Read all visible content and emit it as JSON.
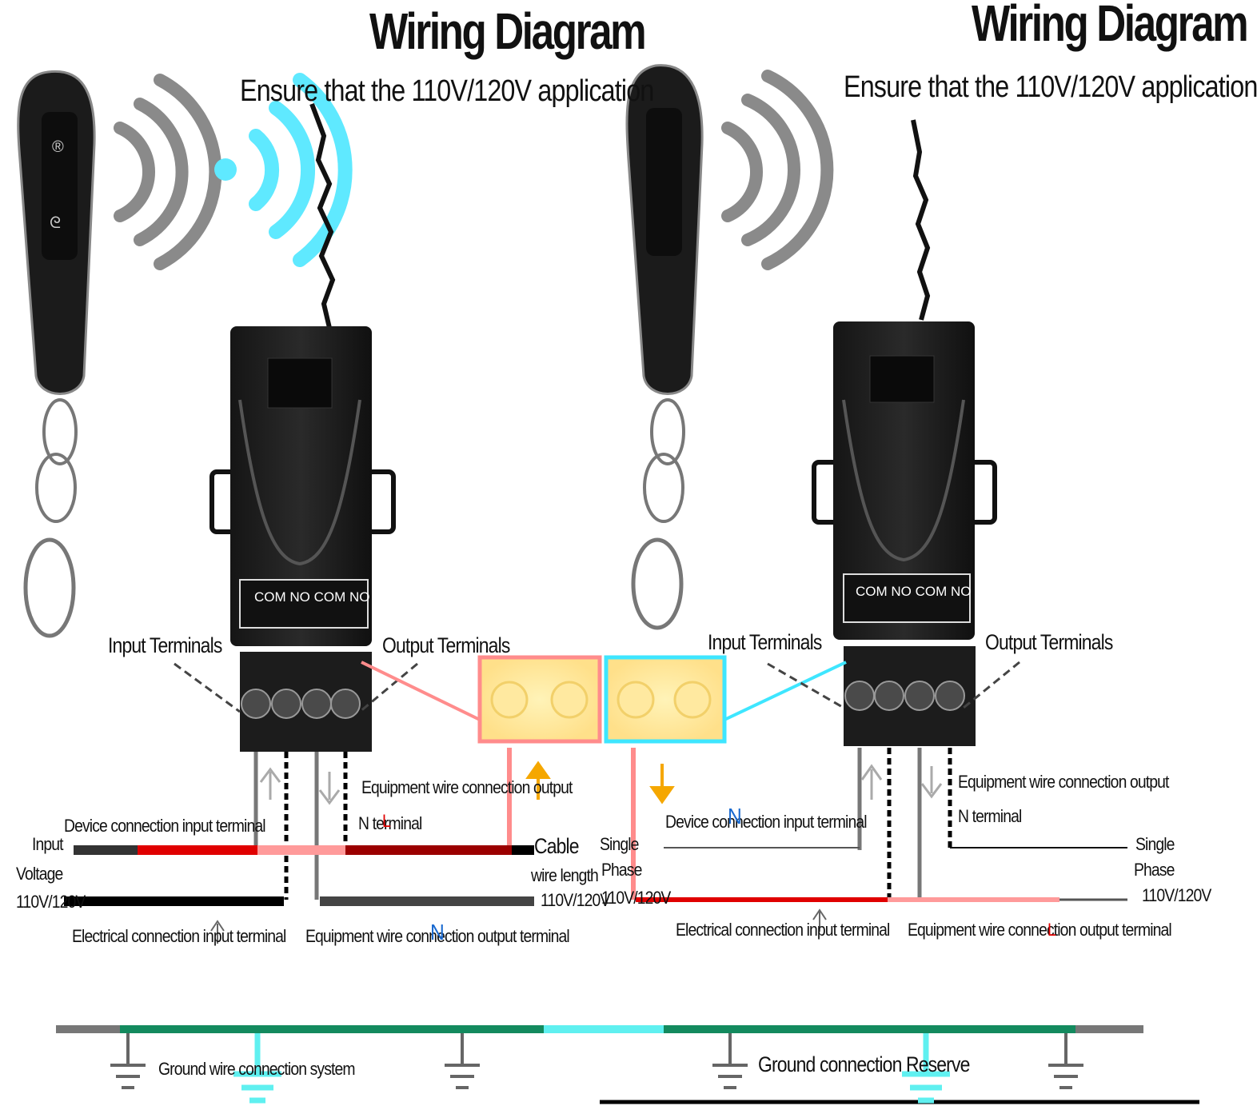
{
  "left_panel": {
    "title": "Wiring Diagram",
    "subtitle": "Ensure that the 110V/120V application",
    "input_terminal": "Input Terminals",
    "output_terminal": "Output Terminals",
    "equipment_text": "Equipment wire connection output",
    "n_terminal": "N terminal",
    "device_text": "Device connection input terminal",
    "input_voltage": [
      "Input",
      "Voltage",
      "110V/120V"
    ],
    "cable_text": [
      "Cable",
      "wire length",
      "110V/120V"
    ],
    "bottom_left_text": "Electrical connection input terminal",
    "bottom_right_text": "Equipment wire connection output terminal",
    "l_mark": "L",
    "n_mark": "N"
  },
  "right_panel": {
    "title": "Wiring Diagram",
    "subtitle": "Ensure that the 110V/120V application",
    "input_terminal": "Input Terminals",
    "output_terminal": "Output Terminals",
    "equipment_text": "Equipment wire connection output",
    "n_terminal": "N terminal",
    "device_text": "Device connection input terminal",
    "single_phase": [
      "Single",
      "Phase",
      "110V/120V"
    ],
    "bottom_left_text": "Electrical connection input terminal",
    "bottom_right_text": "Equipment wire connection output terminal",
    "l_mark": "L",
    "n_mark": "N"
  },
  "bottom": {
    "left_ground_text": "Ground wire connection system",
    "right_ground_text": "Ground connection Reserve"
  },
  "relay_labels": {
    "left": [
      "COM",
      "NO",
      "COM",
      "NO"
    ],
    "right": [
      "COM",
      "NO",
      "COM",
      "NO"
    ]
  },
  "colors": {
    "wire_red": "#e00000",
    "wire_dark": "#333333",
    "wire_black": "#000000",
    "signal_blue": "#29d6f0",
    "ground_green": "#138a5e",
    "ground_cyan": "#5ff0f0",
    "highlight_red": "#ff9a9a",
    "highlight_yellow": "#fff2b0",
    "arrow_orange": "#f5a700"
  },
  "icons": [
    "remote-fob-icon",
    "wireless-signal-icon",
    "relay-module-icon",
    "screw-terminal-icon",
    "ground-symbol-icon",
    "arrow-up-icon",
    "arrow-down-icon"
  ]
}
